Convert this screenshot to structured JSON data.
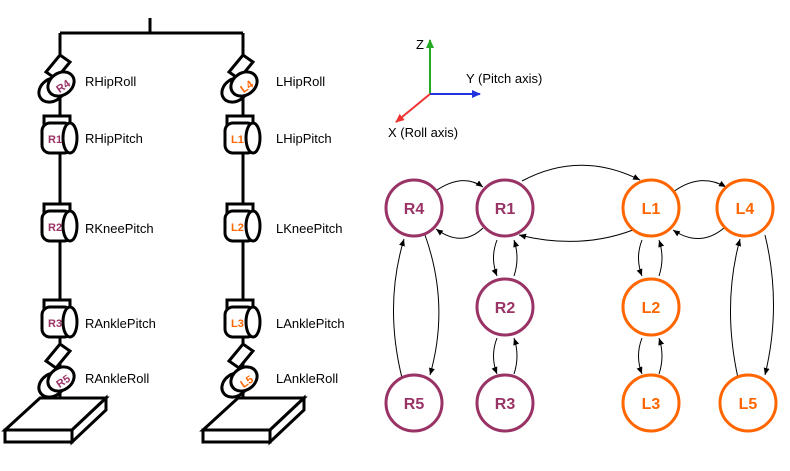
{
  "axes": {
    "z_label": "Z",
    "y_label": "Y (Pitch axis)",
    "x_label": "X (Roll axis)",
    "colors": {
      "z": "#22aa22",
      "y": "#2233dd",
      "x": "#ee3333"
    }
  },
  "colors": {
    "right": "#993366",
    "left": "#ff6600"
  },
  "right_leg": [
    {
      "id": "R4",
      "label": "RHipRoll"
    },
    {
      "id": "R1",
      "label": "RHipPitch"
    },
    {
      "id": "R2",
      "label": "RKneePitch"
    },
    {
      "id": "R3",
      "label": "RAnklePitch"
    },
    {
      "id": "R5",
      "label": "RAnkleRoll"
    }
  ],
  "left_leg": [
    {
      "id": "L4",
      "label": "LHipRoll"
    },
    {
      "id": "L1",
      "label": "LHipPitch"
    },
    {
      "id": "L2",
      "label": "LKneePitch"
    },
    {
      "id": "L3",
      "label": "LAnklePitch"
    },
    {
      "id": "L5",
      "label": "LAnkleRoll"
    }
  ],
  "graph_nodes": [
    "R4",
    "R1",
    "L1",
    "L4",
    "R2",
    "L2",
    "R5",
    "R3",
    "L3",
    "L5"
  ]
}
